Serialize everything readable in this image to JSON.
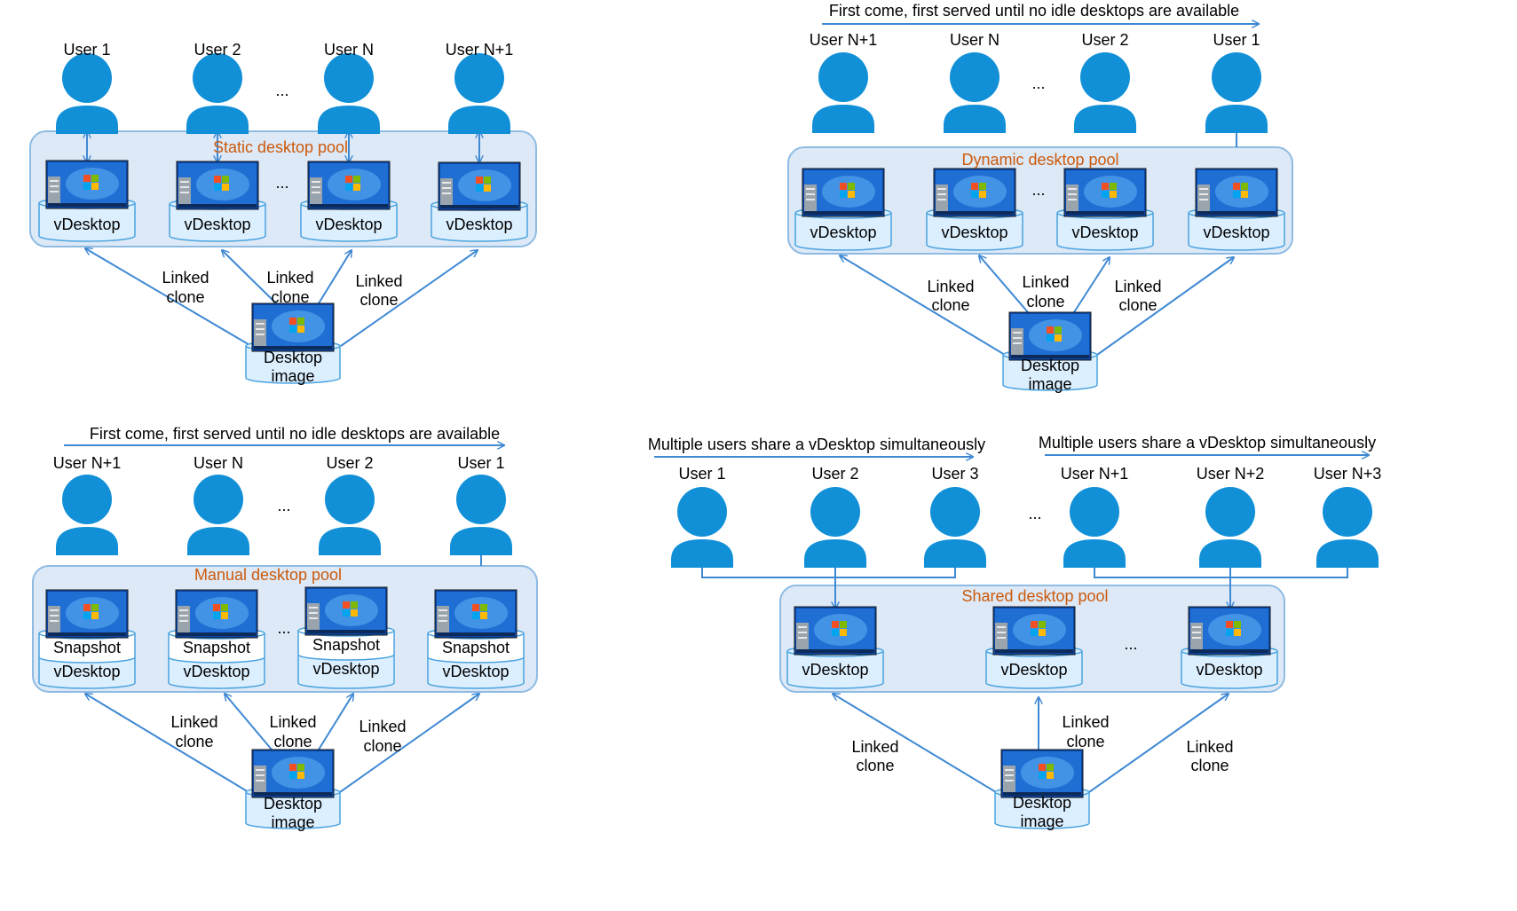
{
  "colors": {
    "user": "#1190d8",
    "pool_fill": "#dde9f6",
    "pool_stroke": "#8fbbe3",
    "cylinder_fill": "#dcefff",
    "cylinder_stroke": "#4aa3df",
    "arrow": "#3f89d4",
    "pool_title": "#cc5a0c",
    "text": "#000000"
  },
  "icons": [
    "user-icon",
    "monitor-icon",
    "windows-logo-icon",
    "cylinder-icon",
    "arrow-icon"
  ],
  "common": {
    "linked_clone": [
      "Linked",
      "clone"
    ],
    "desktop_image": [
      "Desktop",
      "image"
    ],
    "vdesktop": "vDesktop",
    "snapshot": "Snapshot",
    "ellipsis": "..."
  },
  "static_pool": {
    "title": "Static desktop pool",
    "users": [
      "User 1",
      "User 2",
      "User N",
      "User N+1"
    ]
  },
  "dynamic_pool": {
    "title": "Dynamic desktop pool",
    "banner": "First come, first served until no idle desktops are available",
    "users": [
      "User N+1",
      "User N",
      "User 2",
      "User 1"
    ]
  },
  "manual_pool": {
    "title": "Manual desktop pool",
    "banner": "First come, first served until no idle desktops are available",
    "users": [
      "User N+1",
      "User N",
      "User 2",
      "User 1"
    ]
  },
  "shared_pool": {
    "title": "Shared desktop pool",
    "banner_left": "Multiple users share a vDesktop simultaneously",
    "banner_right": "Multiple users share a vDesktop simultaneously",
    "users": [
      "User 1",
      "User 2",
      "User 3",
      "User N+1",
      "User N+2",
      "User N+3"
    ]
  }
}
